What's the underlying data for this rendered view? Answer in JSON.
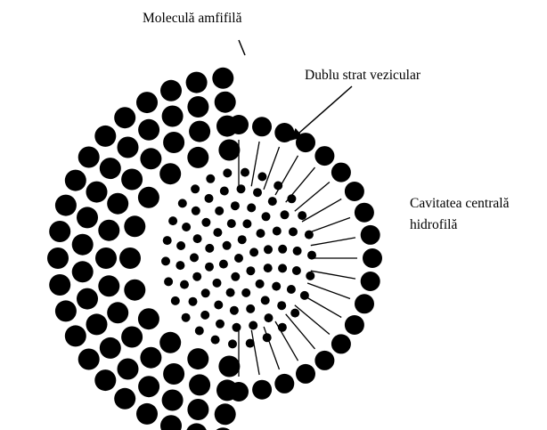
{
  "labels": {
    "amphiphilic_molecule": "Moleculă amfifilă",
    "vesicular_bilayer": "Dublu strat vezicular",
    "central_cavity_line1": "Cavitatea centrală",
    "central_cavity_line2": "hidrofilă"
  },
  "colors": {
    "ink": "#000000",
    "background": "#ffffff"
  }
}
